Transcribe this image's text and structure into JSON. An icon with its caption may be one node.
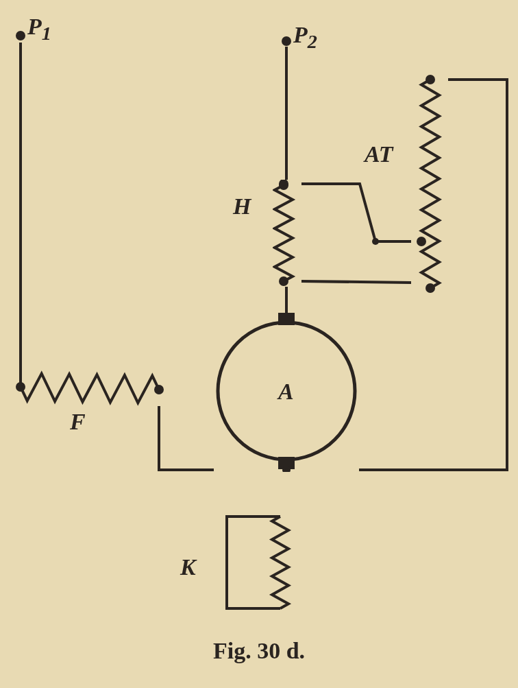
{
  "diagram": {
    "caption": "Fig. 30 d.",
    "nodes": [
      {
        "text": [
          "P$_{1}$"
        ]
      },
      {
        "text": [
          "P$_{2}$"
        ]
      },
      {
        "text": [],
        "shape": "coil",
        "beside": [
          "AT"
        ]
      },
      {
        "text": [],
        "shape": "coil",
        "beside": [
          "H"
        ]
      },
      {
        "text": [
          "A"
        ]
      },
      {
        "text": [],
        "shape": "coil",
        "beside": [
          "F"
        ]
      },
      {
        "text": [],
        "shape": "coil",
        "beside": [
          "K"
        ]
      }
    ],
    "edges": [
      {
        "from": 0,
        "to": 5,
        "arrow": "none"
      },
      {
        "from": 1,
        "to": 3,
        "arrow": "none"
      },
      {
        "from": 3,
        "to": 2,
        "arrow": "none"
      },
      {
        "from": 3,
        "to": 2,
        "arrow": "none"
      },
      {
        "from": 3,
        "to": 4,
        "arrow": "none"
      },
      {
        "from": 5,
        "to": 4,
        "arrow": "none"
      },
      {
        "from": 4,
        "to": 2,
        "arrow": "none"
      }
    ]
  }
}
